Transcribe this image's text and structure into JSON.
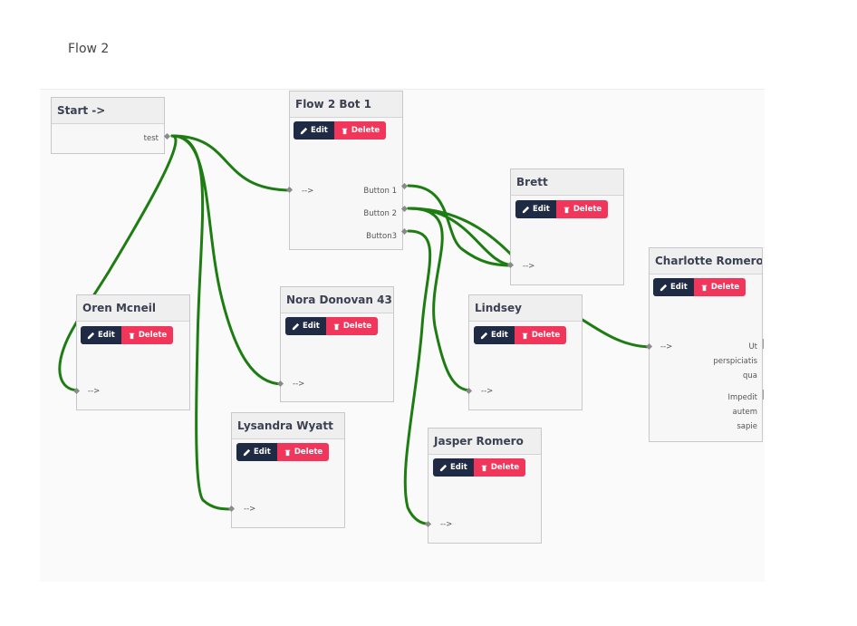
{
  "flow": {
    "title": "Flow 2"
  },
  "buttons": {
    "edit": "Edit",
    "delete": "Delete"
  },
  "colors": {
    "wire": "#1e7d12",
    "edit": "#1f2a44",
    "delete": "#f0365a"
  },
  "nodes": {
    "start": {
      "title": "Start ->",
      "output": "test"
    },
    "bot1": {
      "title": "Flow 2 Bot 1",
      "input": "-->",
      "outputs": [
        "Button 1",
        "Button 2",
        "Button3"
      ]
    },
    "brett": {
      "title": "Brett",
      "input": "-->"
    },
    "charlotte": {
      "title": "Charlotte Romero",
      "input": "-->",
      "output1": [
        "Ut",
        "perspiciatis",
        "qua"
      ],
      "output2": [
        "Impedit",
        "autem",
        "sapie"
      ]
    },
    "oren": {
      "title": "Oren Mcneil",
      "input": "-->"
    },
    "nora": {
      "title": "Nora Donovan 43",
      "input": "-->"
    },
    "lindsey": {
      "title": "Lindsey",
      "input": "-->"
    },
    "lysandra": {
      "title": "Lysandra Wyatt",
      "input": "-->"
    },
    "jasper": {
      "title": "Jasper Romero",
      "input": "-->"
    }
  }
}
